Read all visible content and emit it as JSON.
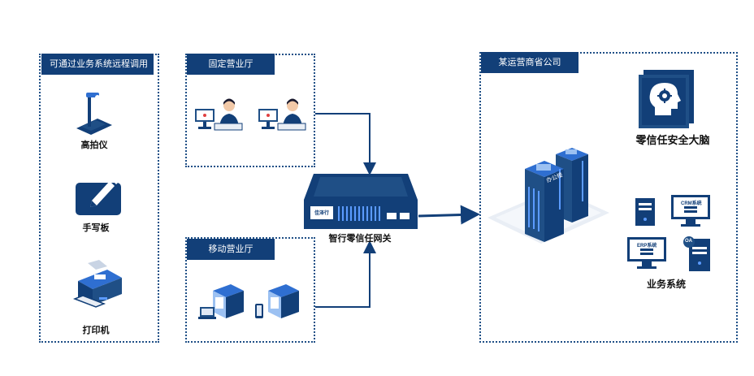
{
  "panels": {
    "remote": {
      "title": "可通过业务系统远程调用"
    },
    "fixed_hall": {
      "title": "固定营业厅"
    },
    "mobile_hall": {
      "title": "移动营业厅"
    },
    "company": {
      "title": "某运营商省公司"
    }
  },
  "devices": {
    "scanner": "高拍仪",
    "tablet": "手写板",
    "printer": "打印机"
  },
  "gateway": {
    "label": "智行零信任网关",
    "brand": "佳泽行"
  },
  "company": {
    "brain_label": "零信任安全大脑",
    "building_sign": "办公楼",
    "systems_label": "业务系统",
    "crm": "CRM系统",
    "erp": "ERP系统",
    "oa": "OA"
  },
  "colors": {
    "navy": "#123f78",
    "accent": "#2f6fd1",
    "border": "#1f4f86"
  }
}
